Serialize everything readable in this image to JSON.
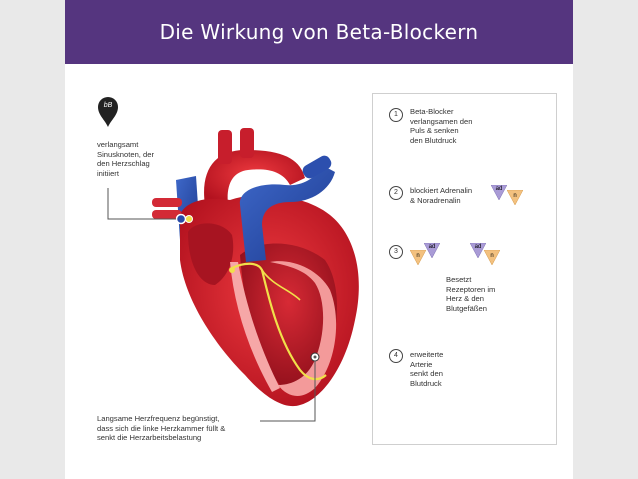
{
  "header": {
    "title": "Die Wirkung von Beta-Blockern"
  },
  "pin_label": "bB",
  "callouts": {
    "sinus": {
      "lines": [
        "verlangsamt",
        "Sinusknoten, der",
        "den Herzschlag",
        "initiiert"
      ]
    },
    "bottom": {
      "lines": [
        "Langsame Herzfrequenz begünstigt,",
        "dass sich die linke Herzkammer füllt &",
        "senkt die Herzarbeitsbelastung"
      ]
    }
  },
  "steps": [
    {
      "number": "1",
      "lines": [
        "Beta-Blocker",
        "verlangsamen den",
        "Puls & senken",
        "den Blutdruck"
      ]
    },
    {
      "number": "2",
      "lines": [
        "blockiert Adrenalin",
        "& Noradrenalin"
      ]
    },
    {
      "number": "3",
      "lines": [
        "Besetzt",
        "Rezeptoren im",
        "Herz & den",
        "Blutgefäßen"
      ]
    },
    {
      "number": "4",
      "lines": [
        "erweiterte",
        "Arterie",
        "senkt den",
        "Blutdruck"
      ]
    }
  ],
  "molecules": {
    "adrenalin": "ad",
    "noradrenalin": "n"
  },
  "colors": {
    "header_bg": "#55357f",
    "heart_red": "#d8202f",
    "vein_blue": "#2a4ba8",
    "pin_dark": "#222222",
    "adrenalin_purple": "#a99bd6",
    "noradrenalin_orange": "#f3c17f"
  }
}
